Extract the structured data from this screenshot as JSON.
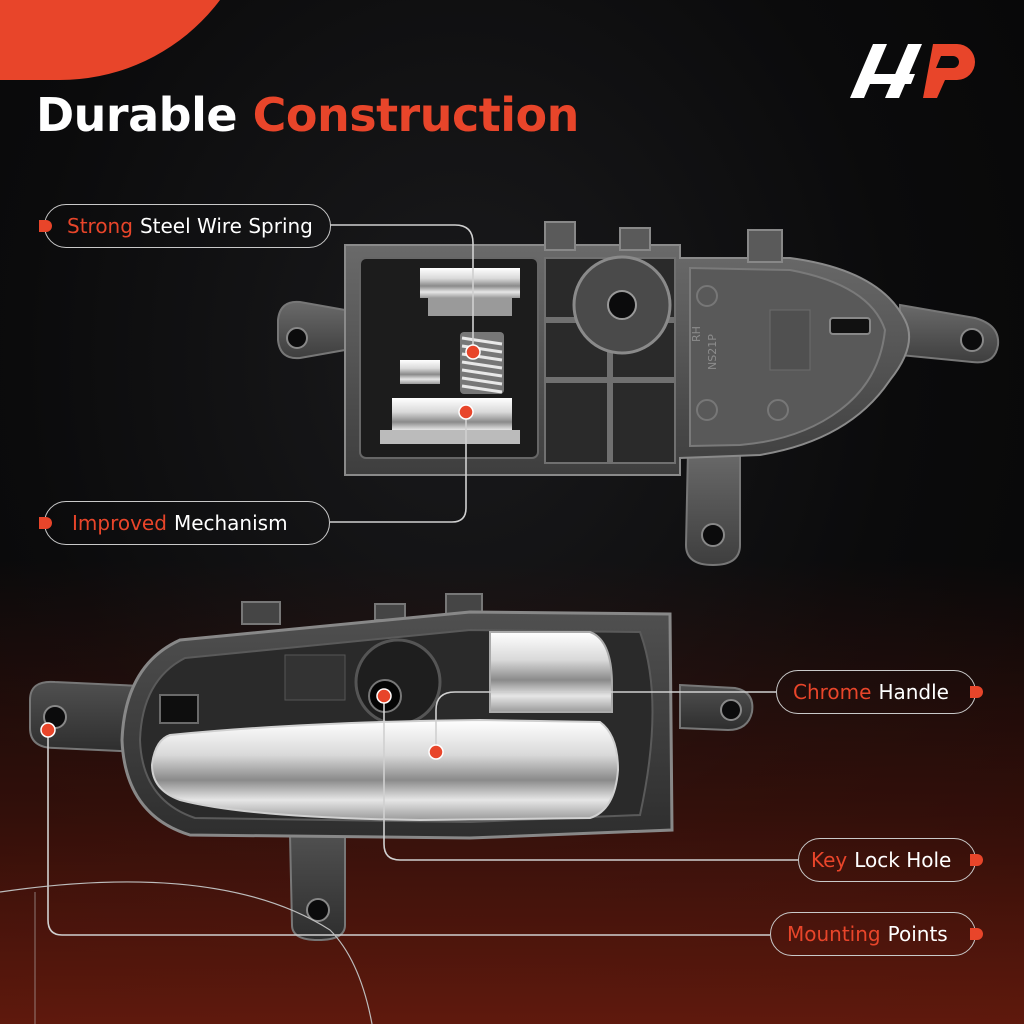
{
  "brand": {
    "accent": "#e8452a",
    "logo_icon": "a-premium-logo-icon"
  },
  "title": {
    "part1": "Durable",
    "part2": "Construction"
  },
  "callouts": [
    {
      "highlight": "Strong",
      "rest": "Steel Wire Spring"
    },
    {
      "highlight": "Improved",
      "rest": "Mechanism"
    },
    {
      "highlight": "Chrome",
      "rest": "Handle"
    },
    {
      "highlight": "Key",
      "rest": "Lock Hole"
    },
    {
      "highlight": "Mounting",
      "rest": "Points"
    }
  ],
  "part_markings": {
    "line1": "RH",
    "line2": "NS21P"
  }
}
